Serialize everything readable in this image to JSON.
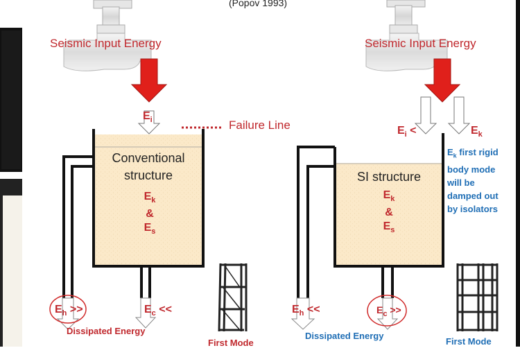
{
  "citation": "(Popov 1993)",
  "left": {
    "input_label": "Seismic Input Energy",
    "ei_label": "E",
    "ei_sub": "i",
    "failure_label": "Failure Line",
    "structure_label_1": "Conventional",
    "structure_label_2": "structure",
    "ek": "E",
    "ek_sub": "k",
    "amp": "&",
    "es": "E",
    "es_sub": "s",
    "eh_label": "E",
    "eh_sub": "h",
    "eh_suffix": " >>",
    "ec_label": "E",
    "ec_sub": "c",
    "ec_suffix": " <<",
    "dissipated_label": "Dissipated Energy",
    "mode_label": "First Mode"
  },
  "right": {
    "input_label": "Seismic Input Energy",
    "ei_label": "E",
    "ei_sub": "i",
    "ei_suffix": " <",
    "ek_label": "E",
    "ek_sub": "k",
    "note_ek": "E",
    "note_ek_sub": "k",
    "note_line1": " first rigid",
    "note_line2": "body mode",
    "note_line3": "will be",
    "note_line4": "damped out",
    "note_line5": "by isolators",
    "structure_label": "SI structure",
    "ek": "E",
    "amp": "&",
    "es": "E",
    "es_sub": "s",
    "eh_label": "E",
    "eh_sub": "h",
    "eh_suffix": " <<",
    "ec_label": "E",
    "ec_sub": "c",
    "ec_suffix": " >>",
    "dissipated_label": "Dissipated Energy",
    "mode_label": "First Mode"
  },
  "colors": {
    "red_text": "#c0282d",
    "blue_text": "#1f6eb5",
    "fill": "#fbe9c9",
    "arrow_red": "#e0201b"
  }
}
